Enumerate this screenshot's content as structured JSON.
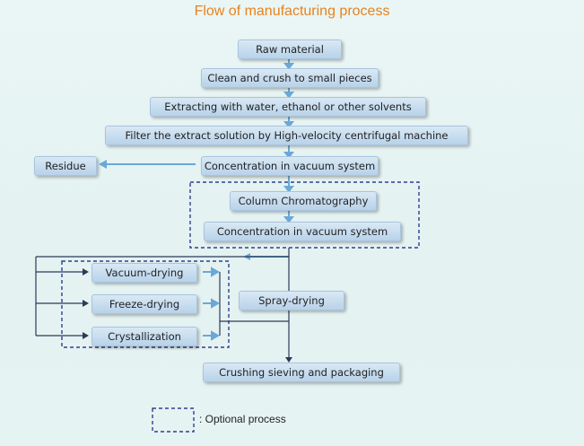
{
  "title": "Flow of manufacturing process",
  "steps": {
    "raw_material": "Raw material",
    "clean_crush": "Clean and crush to small pieces",
    "extracting": "Extracting with water, ethanol or other solvents",
    "filter": "Filter the extract solution by High-velocity centrifugal machine",
    "concentration_1": "Concentration in vacuum system",
    "residue": "Residue",
    "column_chromatography": "Column Chromatography",
    "concentration_2": "Concentration in vacuum system",
    "vacuum_drying": "Vacuum-drying",
    "freeze_drying": "Freeze-drying",
    "crystallization": "Crystallization",
    "spray_drying": "Spray-drying",
    "crushing": "Crushing sieving and packaging"
  },
  "legend": {
    "optional_label": ": Optional process"
  },
  "colors": {
    "title": "#e8821e",
    "box_fill": "#c9def0",
    "arrow": "#6aa8d8",
    "dashed_border": "#2f3f8f",
    "connector": "#2b3a55"
  }
}
